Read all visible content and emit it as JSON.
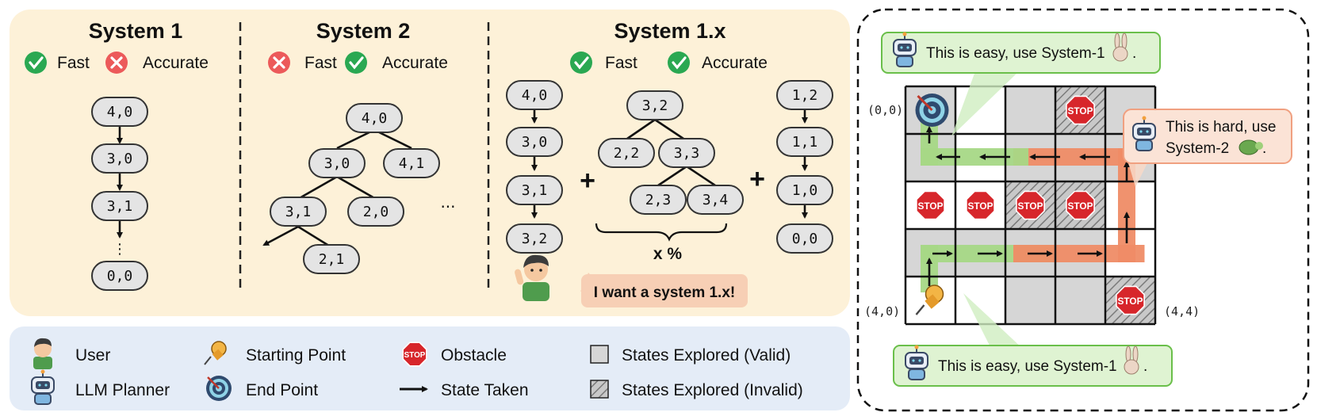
{
  "systems": [
    {
      "title": "System 1",
      "checks": [
        {
          "label": "Fast",
          "ok": true
        },
        {
          "label": "Accurate",
          "ok": false
        }
      ]
    },
    {
      "title": "System 2",
      "checks": [
        {
          "label": "Fast",
          "ok": false
        },
        {
          "label": "Accurate",
          "ok": true
        }
      ]
    },
    {
      "title": "System 1.x",
      "checks": [
        {
          "label": "Fast",
          "ok": true
        },
        {
          "label": "Accurate",
          "ok": true
        }
      ]
    }
  ],
  "sys1_nodes": [
    "4,0",
    "3,0",
    "3,1",
    "0,0"
  ],
  "sys1_vdots": "⋮",
  "sys2_nodes": [
    "4,0",
    "3,0",
    "4,1",
    "3,1",
    "2,0",
    "2,1"
  ],
  "sys2_more": "...",
  "sys1x_left_nodes": [
    "4,0",
    "3,0",
    "3,1",
    "3,2"
  ],
  "sys1x_mid_nodes": [
    "3,2",
    "2,2",
    "3,3",
    "2,3",
    "3,4"
  ],
  "sys1x_right_nodes": [
    "1,2",
    "1,1",
    "1,0",
    "0,0"
  ],
  "plus": "+",
  "percent_label": "x %",
  "user_speech": "I want a system 1.x!",
  "legend": {
    "user": "User",
    "planner": "LLM Planner",
    "start": "Starting Point",
    "end": "End Point",
    "obstacle": "Obstacle",
    "state_taken": "State Taken",
    "explored_valid": "States Explored (Valid)",
    "explored_invalid": "States Explored (Invalid)"
  },
  "map": {
    "coord_top_left": "(0,0)",
    "coord_bottom_left": "(4,0)",
    "coord_bottom_right": "(4,4)",
    "bubble_top": "This is easy, use System-1",
    "bubble_right_line1": "This is hard, use",
    "bubble_right_line2": "System-2",
    "bubble_bottom": "This is easy, use System-1",
    "period": "."
  },
  "stop_text": "STOP",
  "colors": {
    "panel_yellow": "#fdf1d8",
    "panel_blue": "#e4ecf7",
    "green_path": "#a6d886",
    "orange_path": "#ef8c66",
    "gray_cell": "#d6d6d6"
  }
}
